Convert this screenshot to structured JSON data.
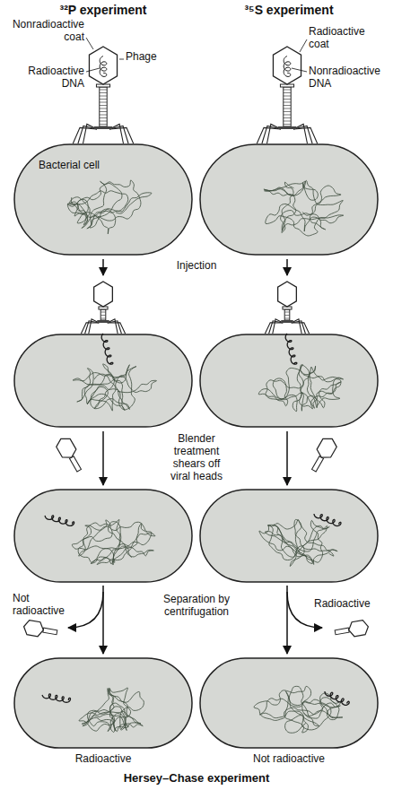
{
  "diagram": {
    "caption": "Hersey–Chase experiment",
    "nodes": [
      {
        "text": [
          "Bacterial cell"
        ]
      },
      {
        "text": [
          "Radioactive"
        ]
      },
      {
        "text": [
          "Not radioactive"
        ]
      }
    ],
    "labels": [
      "³²P experiment",
      "³⁵S experiment",
      "Nonradioactive coat",
      "Phage",
      "Radioactive DNA",
      "Radioactive coat",
      "Nonradioactive DNA",
      "Injection",
      "Blender treatment shears off viral heads",
      "Not radioactive",
      "Separation by centrifugation",
      "Radioactive"
    ]
  }
}
